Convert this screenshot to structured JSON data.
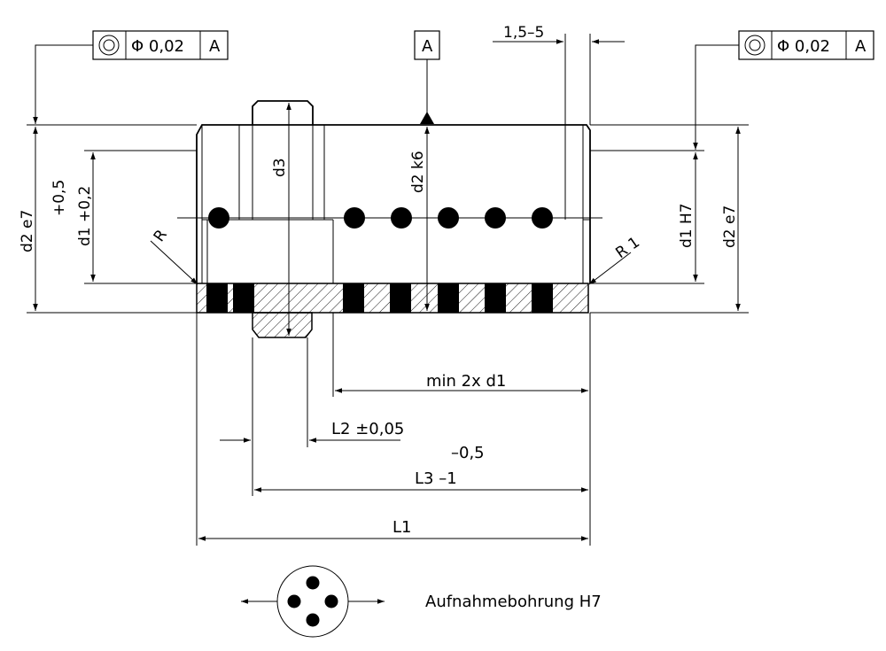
{
  "tolerance_frame_left": {
    "symbol": "concentricity-icon",
    "value": "Φ 0,02",
    "datum": "A"
  },
  "tolerance_frame_right": {
    "symbol": "concentricity-icon",
    "value": "Φ 0,02",
    "datum": "A"
  },
  "datum_label": "A",
  "dims": {
    "gap": "1,5–5",
    "d2_left": "d2 e7",
    "d1_tol_upper": "+0,5",
    "d1_left": "d1 +0,2",
    "d3": "d3",
    "d2_k6": "d2 k6",
    "d1_h7": "d1 H7",
    "d2_right": "d2 e7",
    "r_left": "R",
    "r_right": "R 1",
    "min_2x_d1": "min 2x d1",
    "l2": "L2 ±0,05",
    "l3_tol_upper": "–0,5",
    "l3": "L3  –1",
    "l1": "L1"
  },
  "caption": "Aufnahmebohrung H7"
}
